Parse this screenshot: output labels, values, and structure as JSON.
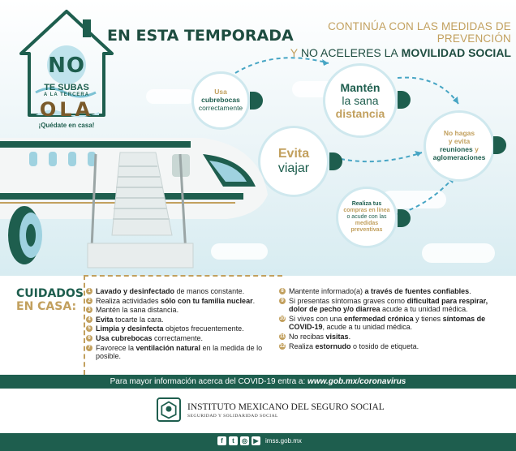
{
  "logo": {
    "no": "NO",
    "line1": "TE SUBAS",
    "line2": "A LA TERCERA",
    "line3": "OLA",
    "line4": "¡Quédate en casa!"
  },
  "season": "EN ESTA TEMPORADA",
  "headline": {
    "line1": "CONTINÚA CON LAS MEDIDAS DE PREVENCIÓN",
    "line2_prefix": "Y",
    "line2_a": "NO ACELERES LA",
    "line2_b": "MOVILIDAD SOCIAL"
  },
  "bubbles": {
    "cubrebocas_1": "Usa",
    "cubrebocas_2": "cubrebocas",
    "cubrebocas_3": "correctamente",
    "distancia_1": "Mantén",
    "distancia_2": "la sana",
    "distancia_3": "distancia",
    "reuniones_1": "No hagas",
    "reuniones_2": "y evita",
    "reuniones_3": "reuniones",
    "reuniones_4": "y",
    "reuniones_5": "aglomeraciones",
    "viajar_1": "Evita",
    "viajar_2": "viajar",
    "compras_1": "Realiza tus",
    "compras_2": "compras en línea",
    "compras_3": "o acude con las",
    "compras_4": "medidas",
    "compras_5": "preventivas"
  },
  "care": {
    "title_1": "CUIDADOS",
    "title_2": "EN CASA:",
    "left": [
      {
        "n": "1",
        "b": "Lavado y desinfectado",
        "t": " de manos constante."
      },
      {
        "n": "2",
        "pre": "Realiza actividades ",
        "b": "sólo con tu familia nuclear",
        "t": "."
      },
      {
        "n": "3",
        "t": "Mantén la sana distancia."
      },
      {
        "n": "4",
        "b": "Evita",
        "t": " tocarte la cara."
      },
      {
        "n": "5",
        "b": "Limpia y desinfecta",
        "t": " objetos frecuentemente."
      },
      {
        "n": "6",
        "b": "Usa cubrebocas",
        "t": " correctamente."
      },
      {
        "n": "7",
        "pre": "Favorece la ",
        "b": "ventilación natural",
        "t": " en la medida de lo posible."
      }
    ],
    "right": [
      {
        "n": "8",
        "pre": "Mantente informado(a) ",
        "b": "a través de fuentes confiables",
        "t": "."
      },
      {
        "n": "9",
        "pre": "Si presentas síntomas graves como ",
        "b": "dificultad para respirar, dolor de pecho y/o diarrea",
        "t": " acude a tu unidad médica."
      },
      {
        "n": "10",
        "pre": "Si vives con una ",
        "b": "enfermedad crónica",
        "t": " y tienes ",
        "b2": "síntomas de COVID-19",
        "t2": ", acude a tu unidad médica."
      },
      {
        "n": "11",
        "pre": "No recibas ",
        "b": "visitas",
        "t": "."
      },
      {
        "n": "12",
        "pre": "Realiza ",
        "b": "estornudo",
        "t": " o tosido de etiqueta."
      }
    ]
  },
  "info": {
    "text": "Para mayor información acerca del COVID-19 entra a: ",
    "url": "www.gob.mx/coronavirus"
  },
  "imss": {
    "name": "INSTITUTO MEXICANO DEL SEGURO SOCIAL",
    "sub": "SEGURIDAD Y SOLIDARIDAD SOCIAL"
  },
  "footer": {
    "site": "imss.gob.mx"
  },
  "colors": {
    "green": "#1e5e4e",
    "gold": "#c2a05e",
    "sky": "#d7ecf1"
  }
}
